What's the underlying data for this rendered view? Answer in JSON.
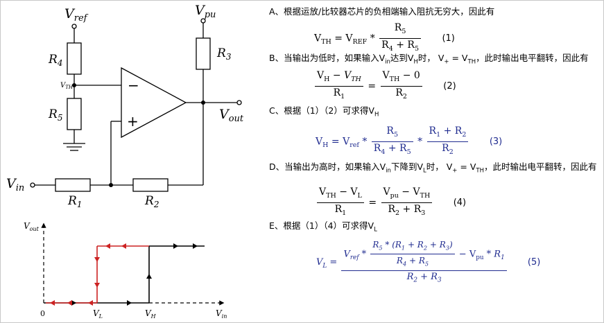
{
  "circuit": {
    "vref_label": "V",
    "vref_sub": "ref",
    "vpu_label": "V",
    "vpu_sub": "pu",
    "r3_label": "R",
    "r3_sub": "3",
    "r4_label": "R",
    "r4_sub": "4",
    "r5_label": "R",
    "r5_sub": "5",
    "vth_label": "V",
    "vth_sub": "TH",
    "minus_sign": "−",
    "plus_sign": "+",
    "vout_label": "V",
    "vout_sub": "out",
    "vin_label": "V",
    "vin_sub": "in",
    "r1_label": "R",
    "r1_sub": "1",
    "r2_label": "R",
    "r2_sub": "2"
  },
  "hysteresis_plot": {
    "y_label": "V",
    "y_sub": "out",
    "x_label": "V",
    "x_sub": "in",
    "origin_label": "0",
    "vl_label": "V",
    "vl_sub": "L",
    "vh_label": "V",
    "vh_sub": "H",
    "colors": {
      "falling_path": "#cc2222",
      "rising_path": "#000000"
    }
  },
  "text": {
    "a": "A、根据运放/比较器芯片的负相端输入阻抗无穷大，因此有",
    "b_pre": "B、当输出为低时，如果输入V",
    "b_sub1": "in",
    "b_mid": "达到V",
    "b_sub2": "H",
    "b_mid2": "时， V",
    "b_sub3": "+",
    "b_mid3": " = V",
    "b_sub4": "TH",
    "b_post": "，此时输出电平翻转，因此有",
    "c_pre": "C、根据（1）（2）可求得V",
    "c_sub": "H",
    "d_pre": "D、当输出为高时，如果输入V",
    "d_sub1": "in",
    "d_mid": "下降到V",
    "d_sub2": "L",
    "d_mid2": "时， V",
    "d_sub3": "+",
    "d_mid3": " = V",
    "d_sub4": "TH",
    "d_post": "，此时输出电平翻转，因此有",
    "e_pre": "E、根据（1）（4）可求得V",
    "e_sub": "L"
  },
  "equations": {
    "eq1": {
      "lhs": "V",
      "lhs_sub": "TH",
      "eq": " = V",
      "ref_sub": "REF",
      "mul": " * ",
      "num": "R",
      "num_sub": "5",
      "den": "R",
      "den_sub": "4",
      "den_plus": " + R",
      "den_sub2": "5",
      "tag": "(1)"
    },
    "eq2": {
      "n1": "V",
      "n1_sub": "H",
      "n1_minus": " − ",
      "n1_b": "V",
      "n1_b_sub": "TH",
      "d1": "R",
      "d1_sub": "1",
      "eq": "=",
      "n2": "V",
      "n2_sub": "TH",
      "n2_rest": " − 0",
      "d2": "R",
      "d2_sub": "2",
      "tag": "(2)"
    },
    "eq3": {
      "lhs": "V",
      "lhs_sub": "H",
      "eq": " = V",
      "ref_sub": "ref",
      "mul": " * ",
      "f1_num": "R",
      "f1_num_sub": "5",
      "f1_den": "R",
      "f1_den_sub": "4",
      "f1_den_plus": " + R",
      "f1_den_sub2": "5",
      "mul2": " * ",
      "f2_num": "R",
      "f2_num_sub": "1",
      "f2_num_plus": " + R",
      "f2_num_sub2": "2",
      "f2_den": "R",
      "f2_den_sub": "2",
      "tag": "(3)"
    },
    "eq4": {
      "n1": "V",
      "n1_sub": "TH",
      "n1_minus": " − V",
      "n1_sub2": "L",
      "d1": "R",
      "d1_sub": "1",
      "eq": "=",
      "n2": "V",
      "n2_sub": "pu",
      "n2_minus": " − V",
      "n2_sub2": "TH",
      "d2": "R",
      "d2_sub": "2",
      "d2_plus": " + R",
      "d2_sub2": "3",
      "tag": "(4)"
    },
    "eq5": {
      "lhs": "V",
      "lhs_sub": "L",
      "eq": " = ",
      "top_a": "V",
      "top_a_sub": "ref",
      "top_mul": " * ",
      "in_num": "R",
      "in_num_sub": "5",
      "in_num_rest": " * (R",
      "in_num_s1": "1",
      "in_num_p1": " + R",
      "in_num_s2": "2",
      "in_num_p2": " + R",
      "in_num_s3": "3",
      "in_num_close": ")",
      "in_den": "R",
      "in_den_sub": "4",
      "in_den_plus": " + R",
      "in_den_sub2": "5",
      "top_b": " − V",
      "top_b_sub": "pu",
      "top_b_mul": " * R",
      "top_b_sub2": "1",
      "den": "R",
      "den_sub": "2",
      "den_plus": " + R",
      "den_sub2": "3",
      "tag": "(5)"
    }
  }
}
